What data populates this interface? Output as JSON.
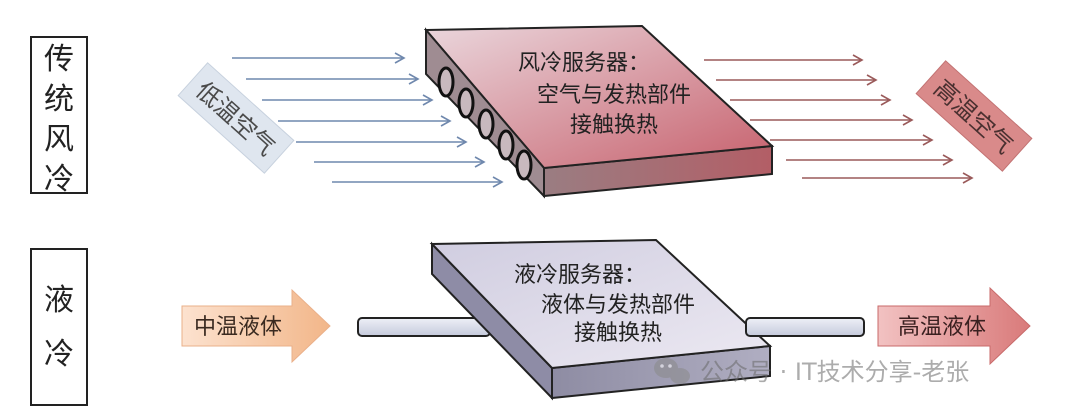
{
  "rows": {
    "air": {
      "label": "传统风冷",
      "input_text": "低温空气",
      "server_text": [
        "风冷服务器：",
        "空气与发热部件",
        "接触换热"
      ],
      "output_text": "高温空气"
    },
    "liquid": {
      "label": "液冷",
      "input_text": "中温液体",
      "server_text": [
        "液冷服务器：",
        "液体与发热部件",
        "接触换热"
      ],
      "output_text": "高温液体"
    }
  },
  "watermark": "公众号 · IT技术分享-老张",
  "colors": {
    "air_in_label_bg": "#dfe6ef",
    "air_in_arrows": "#6f88ad",
    "air_out_label_bg": "#d98a8a",
    "air_out_arrows": "#9a5a5a",
    "air_server_top_light": "#ead6dc",
    "air_server_top_dark": "#c7616d",
    "liquid_in_arrow": "#f6c8a6",
    "liquid_out_arrow": "#e08a8a",
    "liquid_server_top": "#d9d6e6",
    "pipe_fill": "#dfe3ef"
  }
}
